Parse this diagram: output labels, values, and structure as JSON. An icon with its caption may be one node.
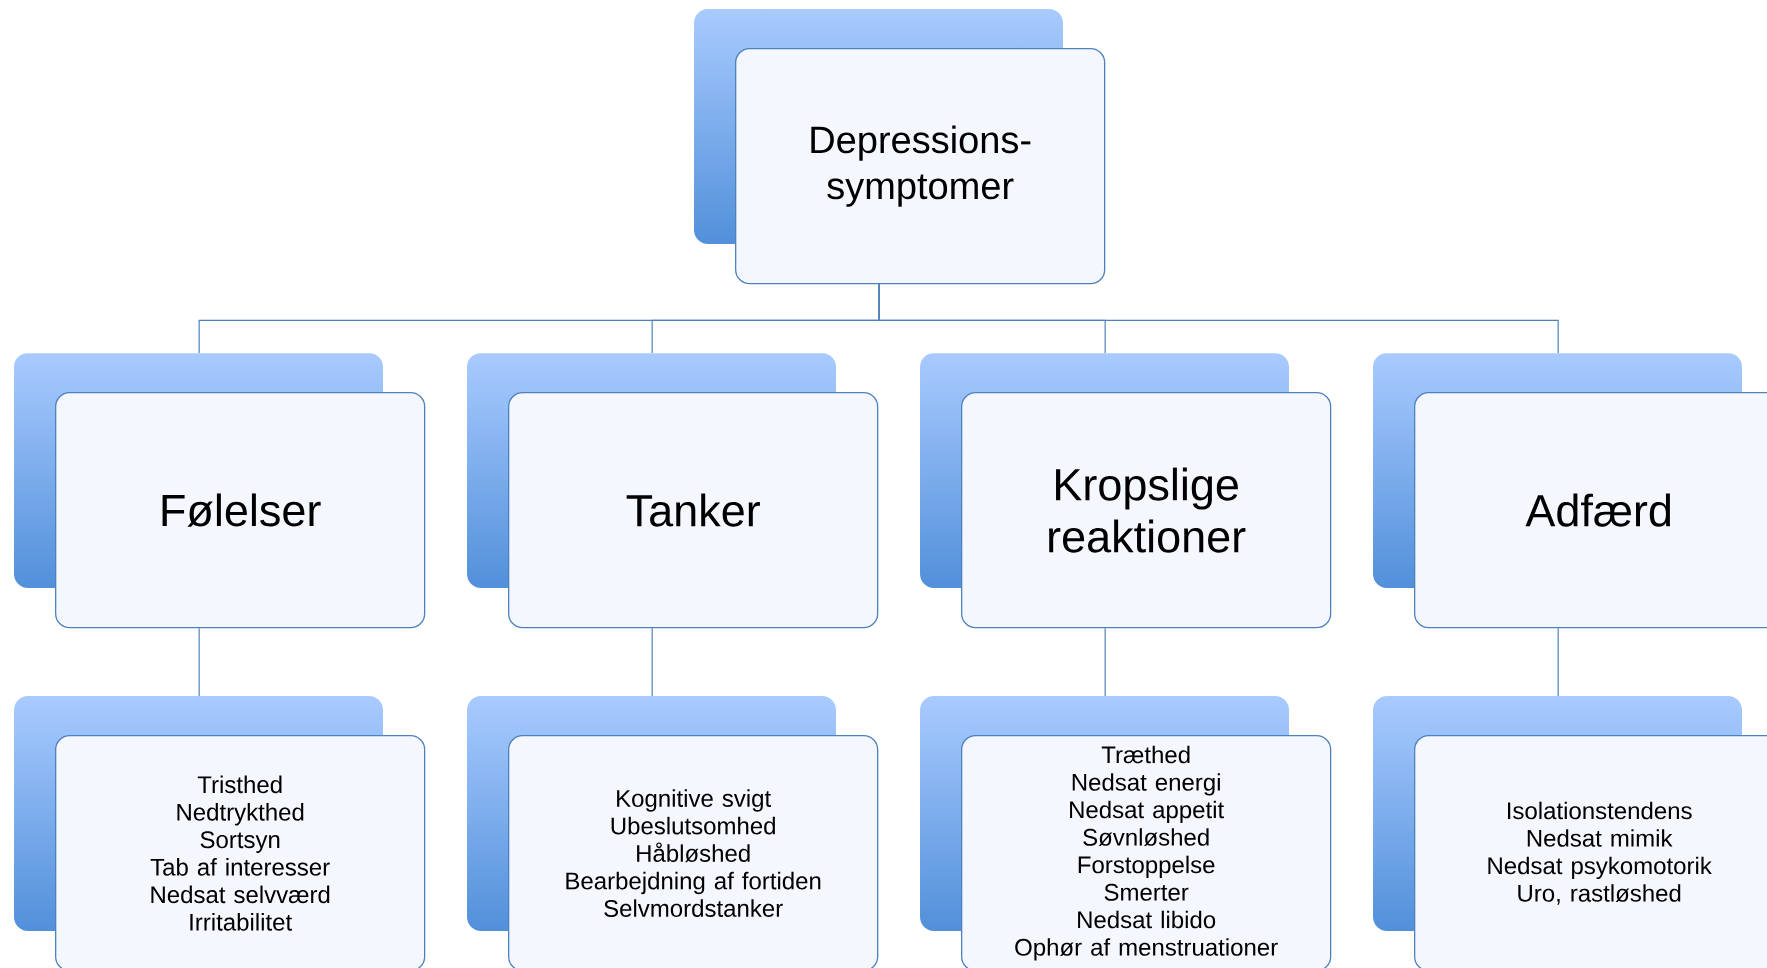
{
  "diagram": {
    "nodes": [
      {
        "text": [
          "Depressions-symptomer"
        ]
      },
      {
        "text": [
          "Følelser"
        ]
      },
      {
        "text": [
          "Tanker"
        ]
      },
      {
        "text": [
          "Kropslige reaktioner"
        ]
      },
      {
        "text": [
          "Adfærd"
        ]
      },
      {
        "text": [
          "Tristhed",
          "Nedtrykthed",
          "Sortsyn",
          "Tab af interesser",
          "Nedsat selvværd",
          "Irritabilitet"
        ]
      },
      {
        "text": [
          "Kognitive svigt",
          "Ubeslutsomhed",
          "Håbløshed",
          "Bearbejdning af fortiden",
          "Selvmordstanker"
        ]
      },
      {
        "text": [
          "Træthed",
          "Nedsat energi",
          "Nedsat appetit",
          "Søvnløshed",
          "Forstoppelse",
          "Smerter",
          "Nedsat libido",
          "Ophør af menstruationer"
        ]
      },
      {
        "text": [
          "Isolationstendens",
          "Nedsat mimik",
          "Nedsat psykomotorik",
          "Uro, rastløshed"
        ]
      }
    ],
    "edges": [
      {
        "from": 0,
        "to": 1,
        "arrow": "none"
      },
      {
        "from": 0,
        "to": 2,
        "arrow": "none"
      },
      {
        "from": 0,
        "to": 3,
        "arrow": "none"
      },
      {
        "from": 0,
        "to": 4,
        "arrow": "none"
      },
      {
        "from": 1,
        "to": 5,
        "arrow": "none"
      },
      {
        "from": 2,
        "to": 6,
        "arrow": "none"
      },
      {
        "from": 3,
        "to": 7,
        "arrow": "none"
      },
      {
        "from": 4,
        "to": 8,
        "arrow": "none"
      }
    ]
  }
}
